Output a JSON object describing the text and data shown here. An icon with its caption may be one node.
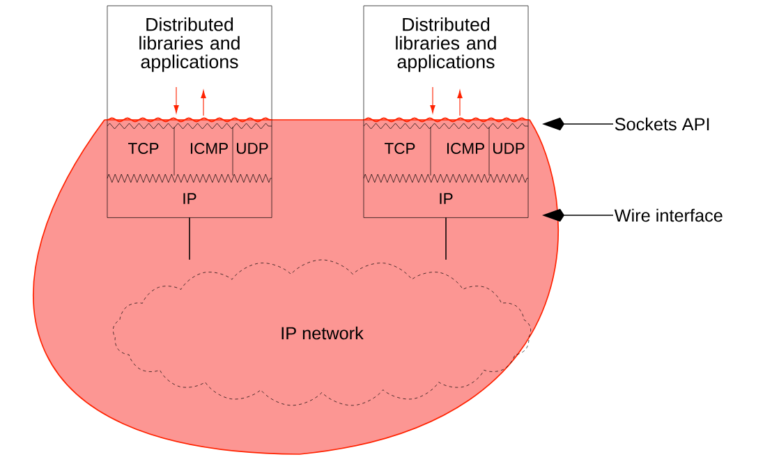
{
  "diagram": {
    "nodes": [
      {
        "text": [
          "Distributed libraries and applications"
        ]
      },
      {
        "text": [
          "TCP"
        ],
        "in": 0
      },
      {
        "text": [
          "ICMP"
        ],
        "in": 0
      },
      {
        "text": [
          "UDP"
        ],
        "in": 0
      },
      {
        "text": [
          "IP"
        ],
        "in": 0
      },
      {
        "text": [
          "Distributed libraries and applications"
        ]
      },
      {
        "text": [
          "TCP"
        ],
        "in": 5
      },
      {
        "text": [
          "ICMP"
        ],
        "in": 5
      },
      {
        "text": [
          "UDP"
        ],
        "in": 5
      },
      {
        "text": [
          "IP"
        ],
        "in": 5
      },
      {
        "text": [
          "IP network"
        ]
      },
      {
        "text": [
          "Sockets API"
        ]
      },
      {
        "text": [
          "Wire interface"
        ]
      }
    ],
    "edges": [
      {
        "from": 4,
        "to": 10,
        "arrow": "none"
      },
      {
        "from": 9,
        "to": 10,
        "arrow": "none"
      },
      {
        "from": 11,
        "to": null,
        "arrow": "to"
      },
      {
        "from": 12,
        "to": null,
        "arrow": "to"
      }
    ]
  }
}
